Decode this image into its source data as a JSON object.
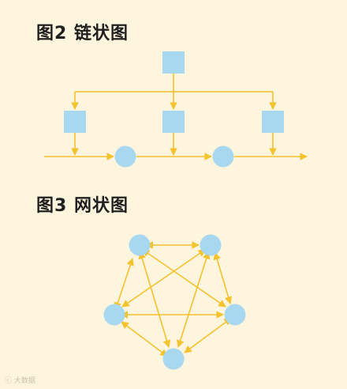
{
  "figure2": {
    "title": "图2 链状图"
  },
  "figure3": {
    "title": "图3 网状图"
  },
  "watermark": "ⓒ 大数据",
  "colors": {
    "background": "#fdf5dd",
    "node": "#a8d8ef",
    "arrow": "#f3c22d",
    "title": "#1f1f1f"
  }
}
